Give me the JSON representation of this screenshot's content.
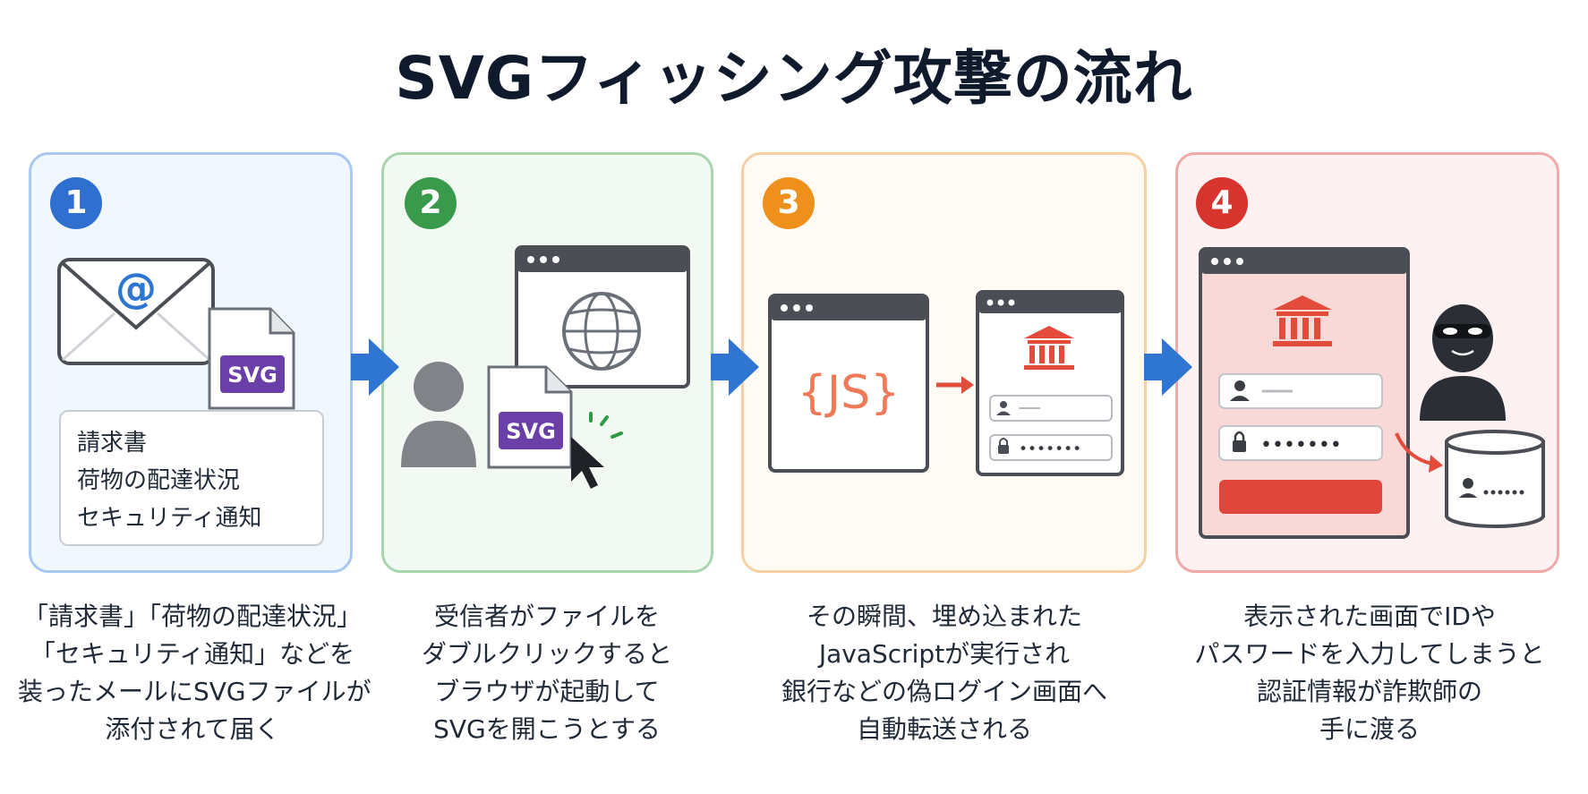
{
  "title": "SVGフィッシング攻撃の流れ",
  "colors": {
    "step1": "#2f6fcf",
    "step2": "#3a9a4b",
    "step3": "#f0901c",
    "step4": "#d7342e",
    "arrow": "#2f76d2",
    "svg_badge": "#6a3fa8"
  },
  "steps": [
    {
      "number": "1",
      "icons": [
        "envelope-icon",
        "svg-file-icon",
        "document-icon",
        "truck-icon",
        "shield-icon"
      ],
      "email_symbol": "@",
      "file_label": "SVG",
      "lure_items": [
        "請求書",
        "荷物の配達状況",
        "セキュリティ通知"
      ],
      "caption": [
        "「請求書」「荷物の配達状況」",
        "「セキュリティ通知」などを",
        "装ったメールにSVGファイルが",
        "添付されて届く"
      ]
    },
    {
      "number": "2",
      "icons": [
        "browser-window-icon",
        "globe-icon",
        "person-icon",
        "svg-file-icon",
        "cursor-icon"
      ],
      "file_label": "SVG",
      "caption": [
        "受信者がファイルを",
        "ダブルクリックすると",
        "ブラウザが起動して",
        "SVGを開こうとする"
      ]
    },
    {
      "number": "3",
      "icons": [
        "browser-window-icon",
        "code-icon",
        "arrow-right-icon",
        "bank-icon",
        "user-icon",
        "lock-icon"
      ],
      "code_label": "{JS}",
      "password_mask": "•••••••",
      "caption": [
        "その瞬間、埋め込まれた",
        "JavaScriptが実行され",
        "銀行などの偽ログイン画面へ",
        "自動転送される"
      ]
    },
    {
      "number": "4",
      "icons": [
        "browser-window-icon",
        "bank-icon",
        "user-icon",
        "lock-icon",
        "hacker-icon",
        "database-icon"
      ],
      "password_mask": "•••••••",
      "caption": [
        "表示された画面でIDや",
        "パスワードを入力してしまうと",
        "認証情報が詐欺師の",
        "手に渡る"
      ]
    }
  ]
}
